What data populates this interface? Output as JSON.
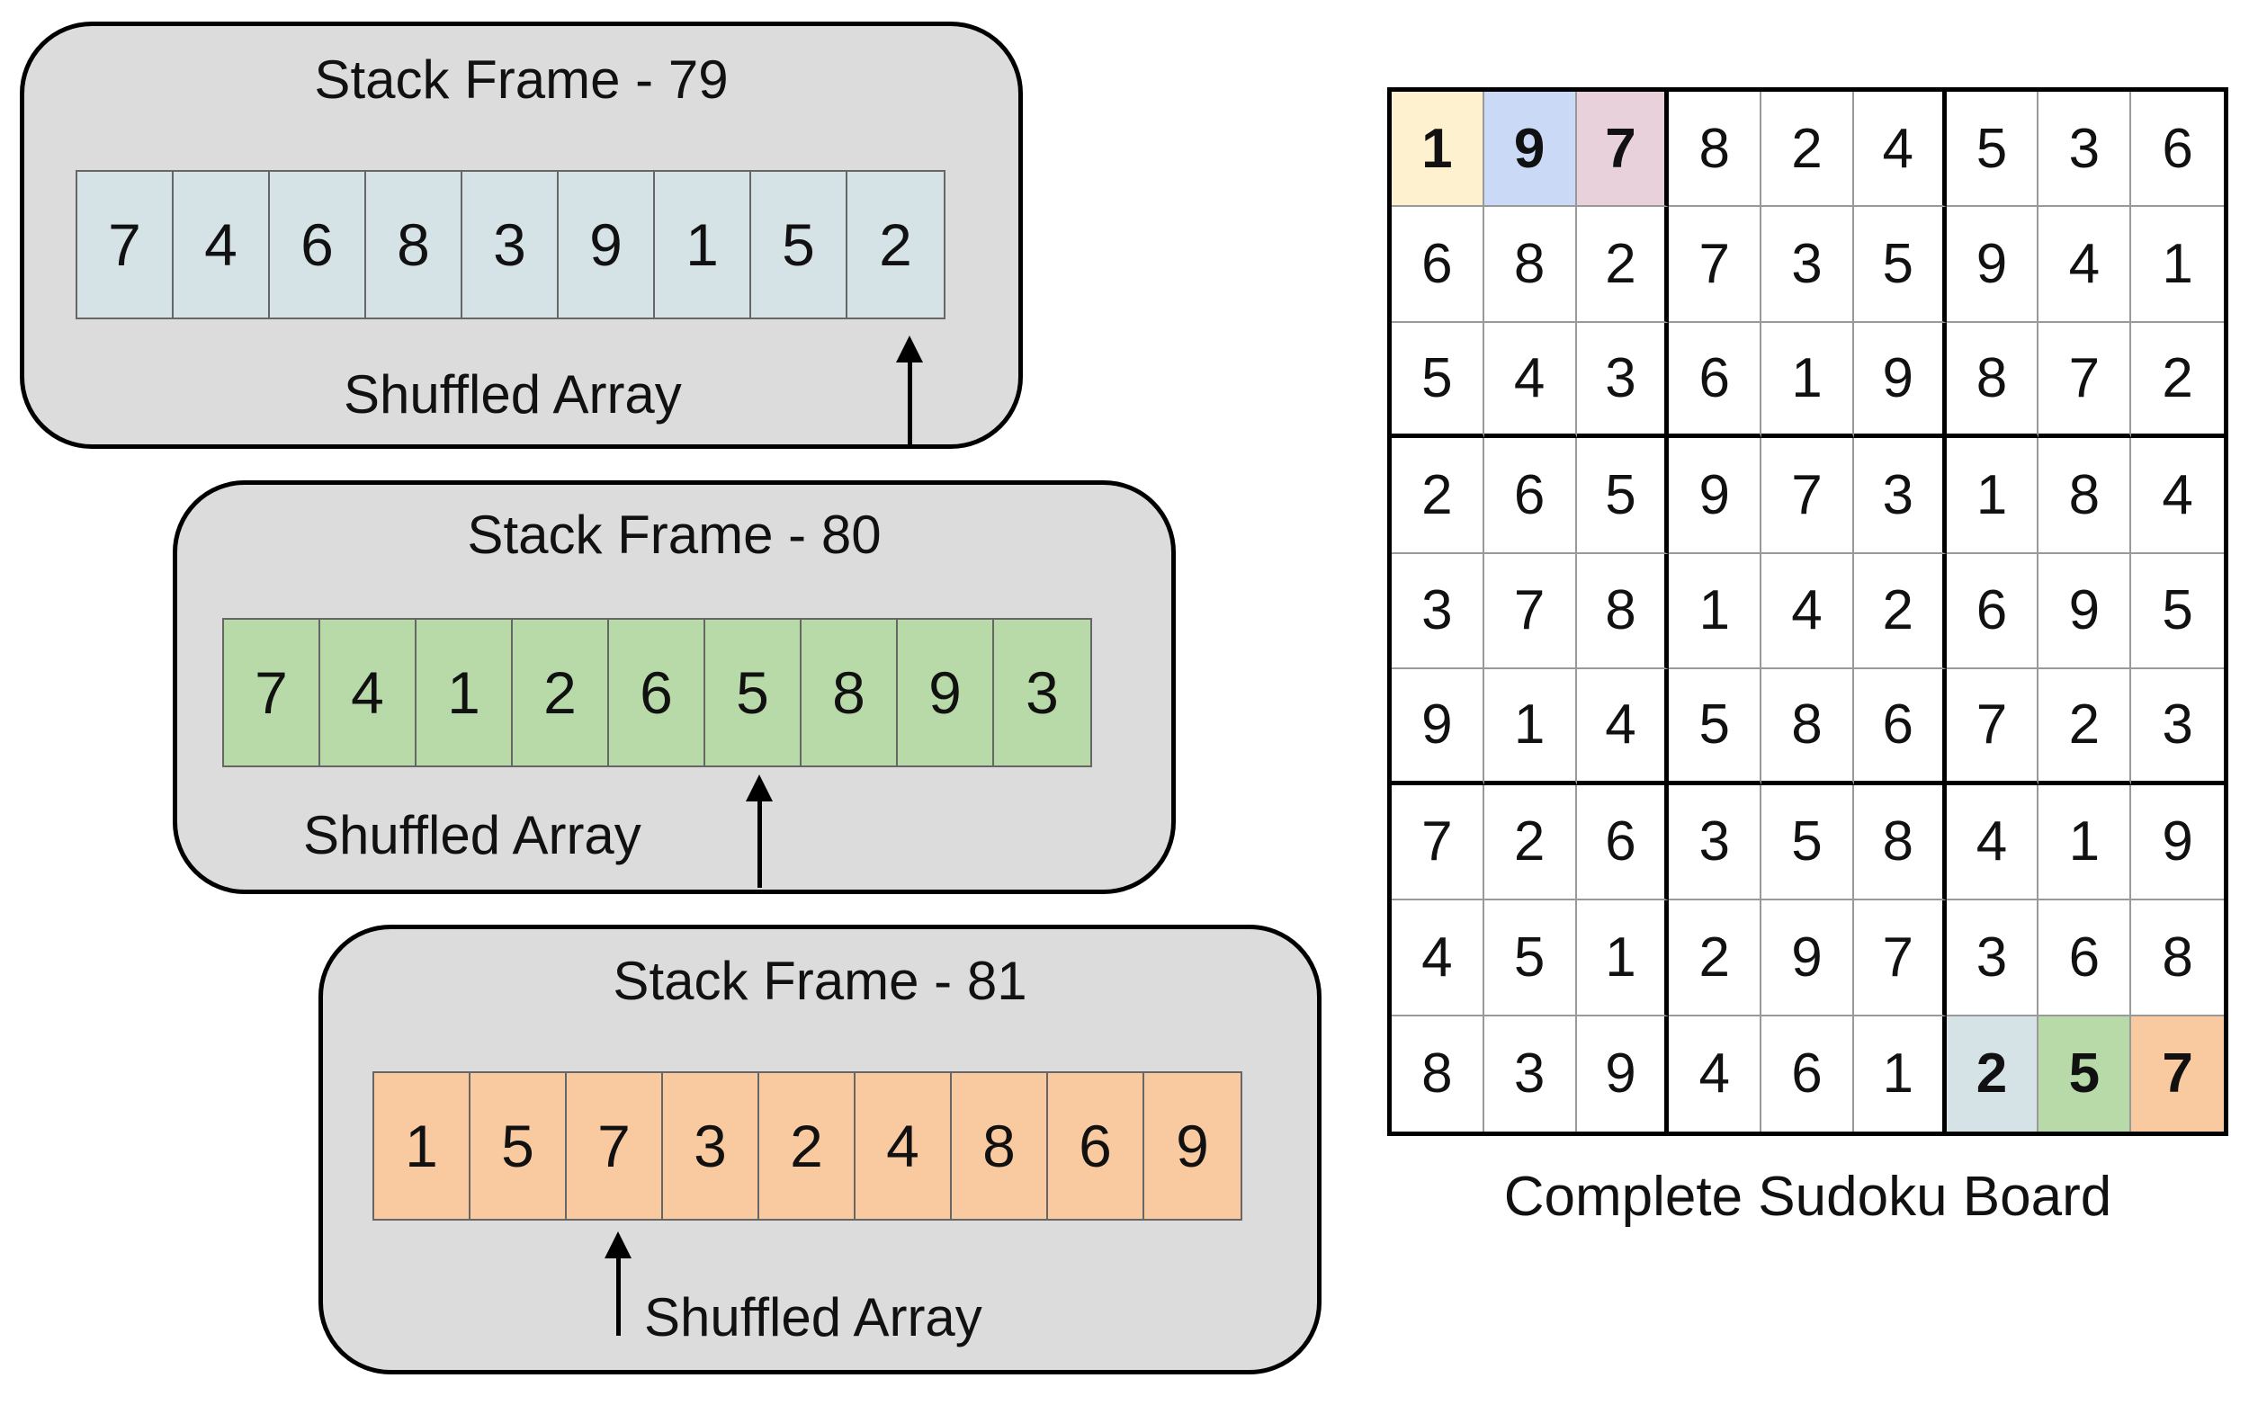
{
  "frames": [
    {
      "id": "79",
      "title": "Stack Frame - 79",
      "array": [
        "7",
        "4",
        "6",
        "8",
        "3",
        "9",
        "1",
        "5",
        "2"
      ],
      "label": "Shuffled Array",
      "pointer_index": 8,
      "color": "#d5e3e7"
    },
    {
      "id": "80",
      "title": "Stack Frame - 80",
      "array": [
        "7",
        "4",
        "1",
        "2",
        "6",
        "5",
        "8",
        "9",
        "3"
      ],
      "label": "Shuffled Array",
      "pointer_index": 5,
      "color": "#b8daa8"
    },
    {
      "id": "81",
      "title": "Stack Frame - 81",
      "array": [
        "1",
        "5",
        "7",
        "3",
        "2",
        "4",
        "8",
        "6",
        "9"
      ],
      "label": "Shuffled Array",
      "pointer_index": 2,
      "color": "#f9caa0"
    }
  ],
  "sudoku": {
    "label": "Complete Sudoku Board",
    "rows": [
      [
        "1",
        "9",
        "7",
        "8",
        "2",
        "4",
        "5",
        "3",
        "6"
      ],
      [
        "6",
        "8",
        "2",
        "7",
        "3",
        "5",
        "9",
        "4",
        "1"
      ],
      [
        "5",
        "4",
        "3",
        "6",
        "1",
        "9",
        "8",
        "7",
        "2"
      ],
      [
        "2",
        "6",
        "5",
        "9",
        "7",
        "3",
        "1",
        "8",
        "4"
      ],
      [
        "3",
        "7",
        "8",
        "1",
        "4",
        "2",
        "6",
        "9",
        "5"
      ],
      [
        "9",
        "1",
        "4",
        "5",
        "8",
        "6",
        "7",
        "2",
        "3"
      ],
      [
        "7",
        "2",
        "6",
        "3",
        "5",
        "8",
        "4",
        "1",
        "9"
      ],
      [
        "4",
        "5",
        "1",
        "2",
        "9",
        "7",
        "3",
        "6",
        "8"
      ],
      [
        "8",
        "3",
        "9",
        "4",
        "6",
        "1",
        "2",
        "5",
        "7"
      ]
    ],
    "highlights": [
      {
        "row": 0,
        "col": 0,
        "color": "#fdf1cf"
      },
      {
        "row": 0,
        "col": 1,
        "color": "#c9d9f6"
      },
      {
        "row": 0,
        "col": 2,
        "color": "#e9d1dc"
      },
      {
        "row": 8,
        "col": 6,
        "color": "#d5e3e7"
      },
      {
        "row": 8,
        "col": 7,
        "color": "#b8daa8"
      },
      {
        "row": 8,
        "col": 8,
        "color": "#f9caa0"
      }
    ]
  }
}
